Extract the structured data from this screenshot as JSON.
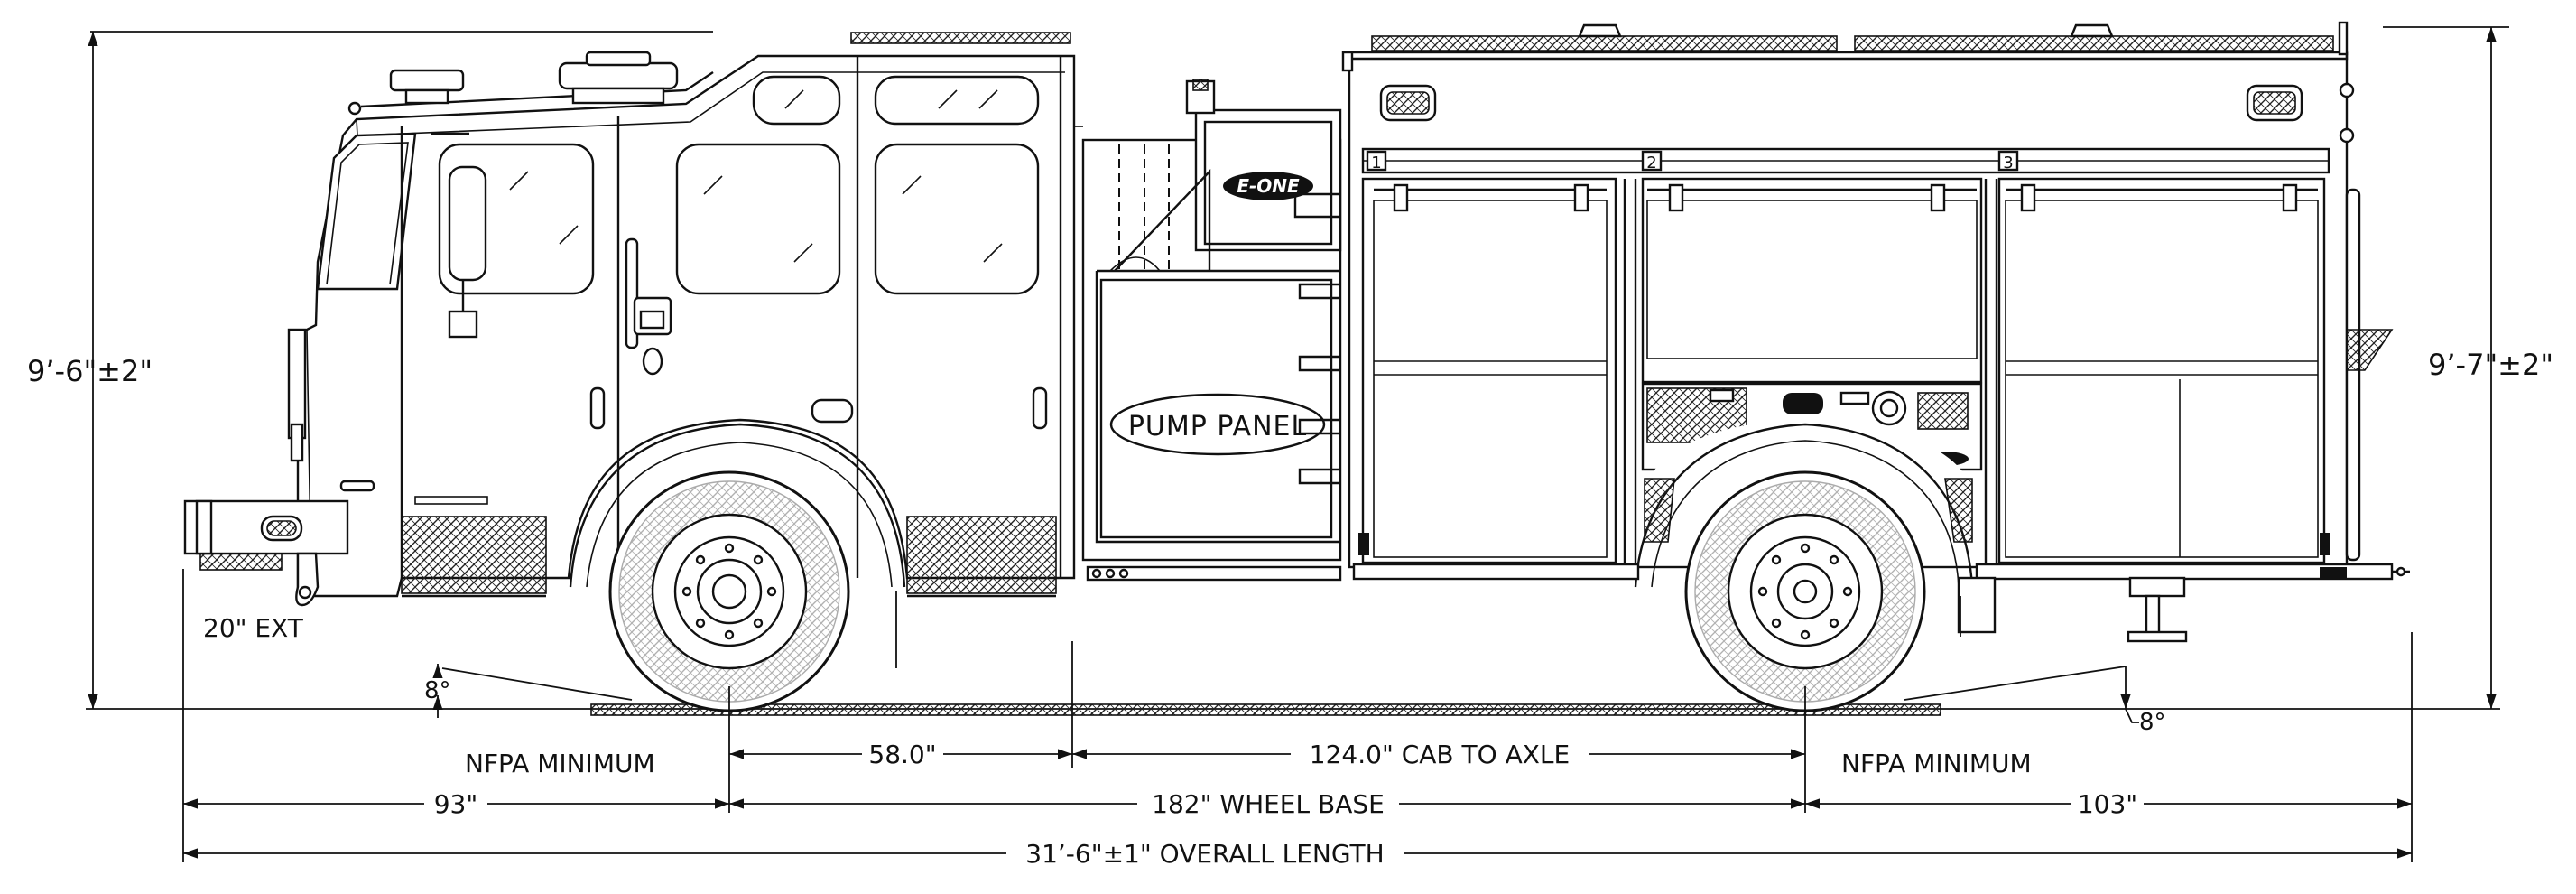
{
  "labels": {
    "cab_height": "9’-6\"±2\"",
    "body_height": "9’-7\"±2\"",
    "bumper_ext": "20\" EXT",
    "angle_front": "8°",
    "angle_rear": "8°",
    "nfpa_front": "NFPA MINIMUM",
    "nfpa_rear": "NFPA MINIMUM",
    "cab_front_to_axle": "58.0\"",
    "cab_to_axle": "124.0\" CAB TO AXLE",
    "front_overhang": "93\"",
    "wheel_base": "182\" WHEEL BASE",
    "rear_overhang": "103\"",
    "overall_length": "31’-6\"±1\" OVERALL LENGTH",
    "pump_panel": "PUMP PANEL",
    "logo": "E-ONE",
    "compartment_1": "1",
    "compartment_2": "2",
    "compartment_3": "3"
  }
}
